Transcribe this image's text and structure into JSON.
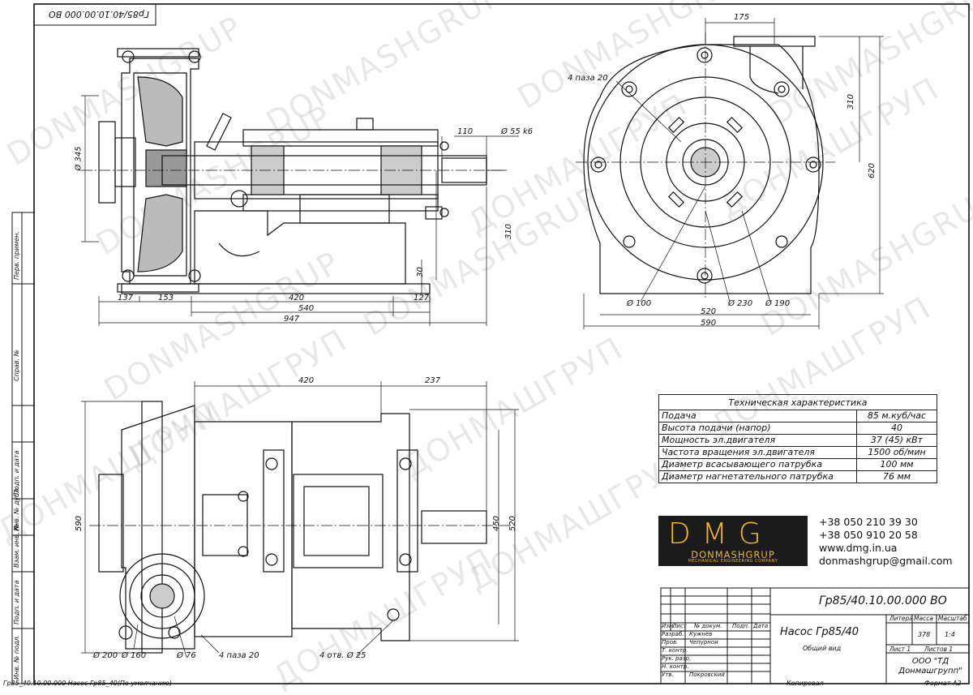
{
  "drawing_code_rotated": "Гр85/40.10.00.000 ВО",
  "watermarks": [
    "DONMASHGRUP",
    "DONMASHGRUP",
    "DONMASHGRUP",
    "DONMASHGRUP",
    "DONMASHGRUP",
    "DONMASHGRUP",
    "DONMASHGRUP",
    "DONMASHGRUP",
    "ДОНМАШГРУП",
    "ДОНМАШГРУП",
    "ДОНМАШГРУП",
    "ДОНМАШГРУП",
    "ДОНМАШГРУП",
    "ДОНМАШГРУП",
    "ДОНМАШГРУП",
    "ДОНМАШГРУП"
  ],
  "side_view_dims": {
    "d345": "Ø 345",
    "d55": "Ø 55 k6",
    "l110": "110",
    "h310": "310",
    "h30": "30",
    "l137": "137",
    "l153": "153",
    "l420": "420",
    "l127": "127",
    "l540": "540",
    "l947": "947"
  },
  "front_view_dims": {
    "w175": "175",
    "h310": "310",
    "h620": "620",
    "slots": "4 паза 20",
    "d100": "Ø 100",
    "d230": "Ø 230",
    "d190": "Ø 190",
    "w520": "520",
    "w590": "590"
  },
  "plan_view_dims": {
    "l420": "420",
    "l237": "237",
    "h590": "590",
    "h450": "450",
    "h520": "520",
    "d200": "Ø 200",
    "d160": "Ø 160",
    "d76": "Ø 76",
    "slots": "4 паза 20",
    "holes": "4 отв. Ø 25"
  },
  "spec": {
    "title": "Техническая характеристика",
    "rows": [
      {
        "name": "Подача",
        "value": "85 м.куб/час"
      },
      {
        "name": "Высота подачи (напор)",
        "value": "40"
      },
      {
        "name": "Мощность эл.двигателя",
        "value": "37 (45) кВт"
      },
      {
        "name": "Частота вращения эл.двигателя",
        "value": "1500 об/мин"
      },
      {
        "name": "Диаметр всасывающего патрубка",
        "value": "100 мм"
      },
      {
        "name": "Диаметр нагнетательного патрубка",
        "value": "76 мм"
      }
    ]
  },
  "logo": {
    "big": "DMG",
    "name": "DONMASHGRUP",
    "tag": "MECHANICAL ENGINEERING COMPANY",
    "accent": "#f2b81c"
  },
  "contacts": [
    "+38 050 210 39 30",
    "+38 050 910 20 58",
    "www.dmg.in.ua",
    "donmashgrup@gmail.com"
  ],
  "title_block": {
    "code": "Гр85/40.10.00.000 ВО",
    "name": "Насос Гр85/40",
    "subname": "Общий вид",
    "litera": "Литера",
    "massa": "Масса",
    "masshtab": "Масштаб",
    "mass_value": "378",
    "scale_value": "1:4",
    "sheet": "Лист 1",
    "sheets": "Листов 1",
    "company": "ООО \"ТД Донмашгрупп\"",
    "col_headers": [
      "Изм.",
      "Лист",
      "№ докум.",
      "Подп.",
      "Дата"
    ],
    "roles": [
      "Разраб.",
      "Пров.",
      "Т. контр.",
      "Рук. разр.",
      "Н. контр.",
      "Утв."
    ],
    "people": [
      "Кужнев",
      "Чепурнои",
      "",
      "",
      "",
      "Покровский"
    ]
  },
  "side_stamps": [
    "Перв. примен.",
    "Справ. №",
    "Подп. и дата",
    "Инв. № дубл.",
    "Взам. инв. №",
    "Подп. и дата",
    "Инв. № подл."
  ],
  "footer": {
    "file": "Гр85_40.10.00.000 Насос Гр85_40(По умолчанию)",
    "copied": "Копировал",
    "format": "Формат А2"
  }
}
